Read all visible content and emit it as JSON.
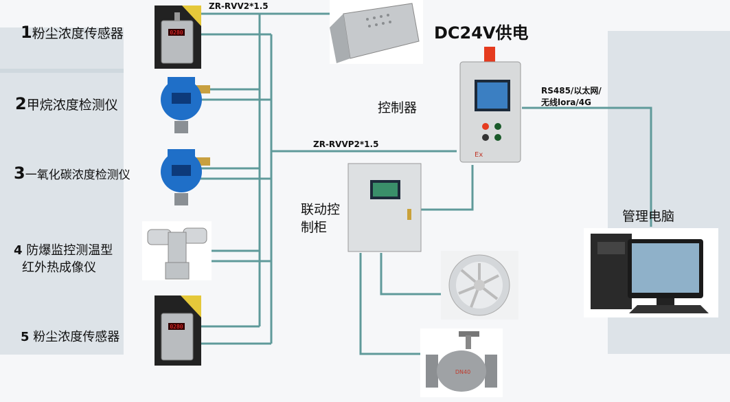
{
  "devices": [
    {
      "num": "1",
      "name": "粉尘浓度传感器"
    },
    {
      "num": "2",
      "name": "甲烷浓度检测仪"
    },
    {
      "num": "3",
      "name": "一氧化碳浓度检测仪"
    },
    {
      "num": "4",
      "name": "防爆监控测温型"
    },
    {
      "num": "",
      "name": "红外热成像仪"
    },
    {
      "num": "5",
      "name": "粉尘浓度传感器"
    }
  ],
  "cables": {
    "power": "ZR-RVV2*1.5",
    "signal": "ZR-RVVP2*1.5",
    "network_line1": "RS485/以太网/",
    "network_line2": "无线lora/4G"
  },
  "power_supply": "DC24V供电",
  "controller": "控制器",
  "linkage_cabinet_line1": "联动控",
  "linkage_cabinet_line2": "制柜",
  "pc": "管理电脑",
  "display_digits": "0280",
  "valve_marking": "DN40",
  "ex_mark": "Ex",
  "colors": {
    "wire": "#5f9a9a",
    "device_blue": "#1f6fc8",
    "alarm_red": "#e53b1f"
  }
}
